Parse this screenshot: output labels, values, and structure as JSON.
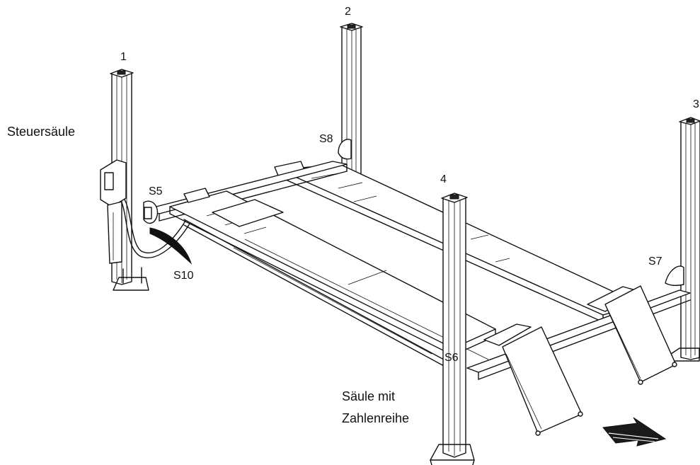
{
  "labels": {
    "post1": "1",
    "post2": "2",
    "post3": "3",
    "post4": "4",
    "control_post": "Steuersäule",
    "s5": "S5",
    "s6": "S6",
    "s7": "S7",
    "s8": "S8",
    "s10": "S10",
    "numbered_post_line1": "Säule mit",
    "numbered_post_line2": "Zahlenreihe"
  },
  "colors": {
    "line": "#111111",
    "background": "#ffffff",
    "arrow": "#1a1a1a"
  },
  "icons": {
    "drive_direction": "drive-direction-arrow-icon"
  }
}
